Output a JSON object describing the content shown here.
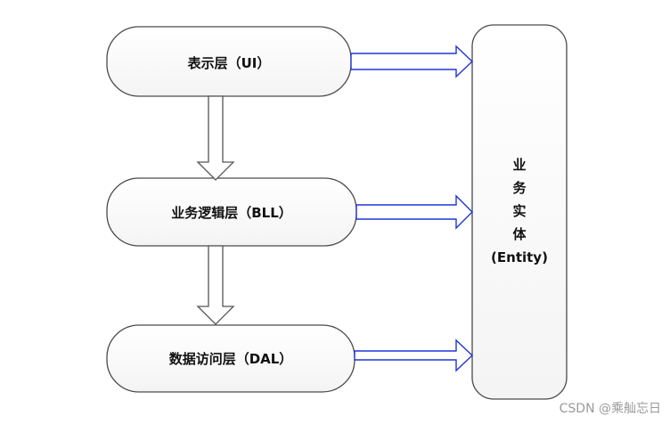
{
  "layers": [
    {
      "id": "ui",
      "label": "表示层（UI）"
    },
    {
      "id": "bll",
      "label": "业务逻辑层（BLL）"
    },
    {
      "id": "dal",
      "label": "数据访问层（DAL）"
    }
  ],
  "entity": {
    "lines": [
      "业",
      "务",
      "实",
      "体",
      "(Entity)"
    ]
  },
  "watermark": "CSDN @乘舢忘日",
  "colors": {
    "box_fill": "#ffffff",
    "box_stroke": "#4a4a4a",
    "vertical_arrow_stroke": "#555555",
    "horizontal_arrow_stroke": "#1f35d6",
    "text": "#111111",
    "watermark": "#9a9a9a"
  }
}
